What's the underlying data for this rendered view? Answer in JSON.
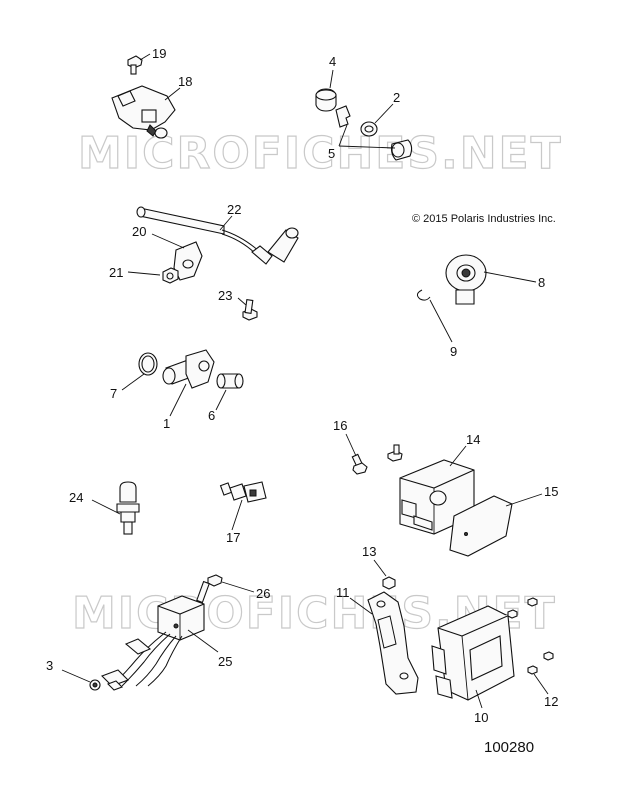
{
  "copyright": "© 2015 Polaris Industries Inc.",
  "document_number": "100280",
  "watermark": "MICROFICHES.NET",
  "callouts": {
    "c1": "1",
    "c2": "2",
    "c3": "3",
    "c4": "4",
    "c5": "5",
    "c6": "6",
    "c7": "7",
    "c8": "8",
    "c9": "9",
    "c10": "10",
    "c11": "11",
    "c12": "12",
    "c13": "13",
    "c14": "14",
    "c15": "15",
    "c16": "16",
    "c17": "17",
    "c18": "18",
    "c19": "19",
    "c20": "20",
    "c21": "21",
    "c22": "22",
    "c23": "23",
    "c24": "24",
    "c25": "25",
    "c26": "26"
  }
}
